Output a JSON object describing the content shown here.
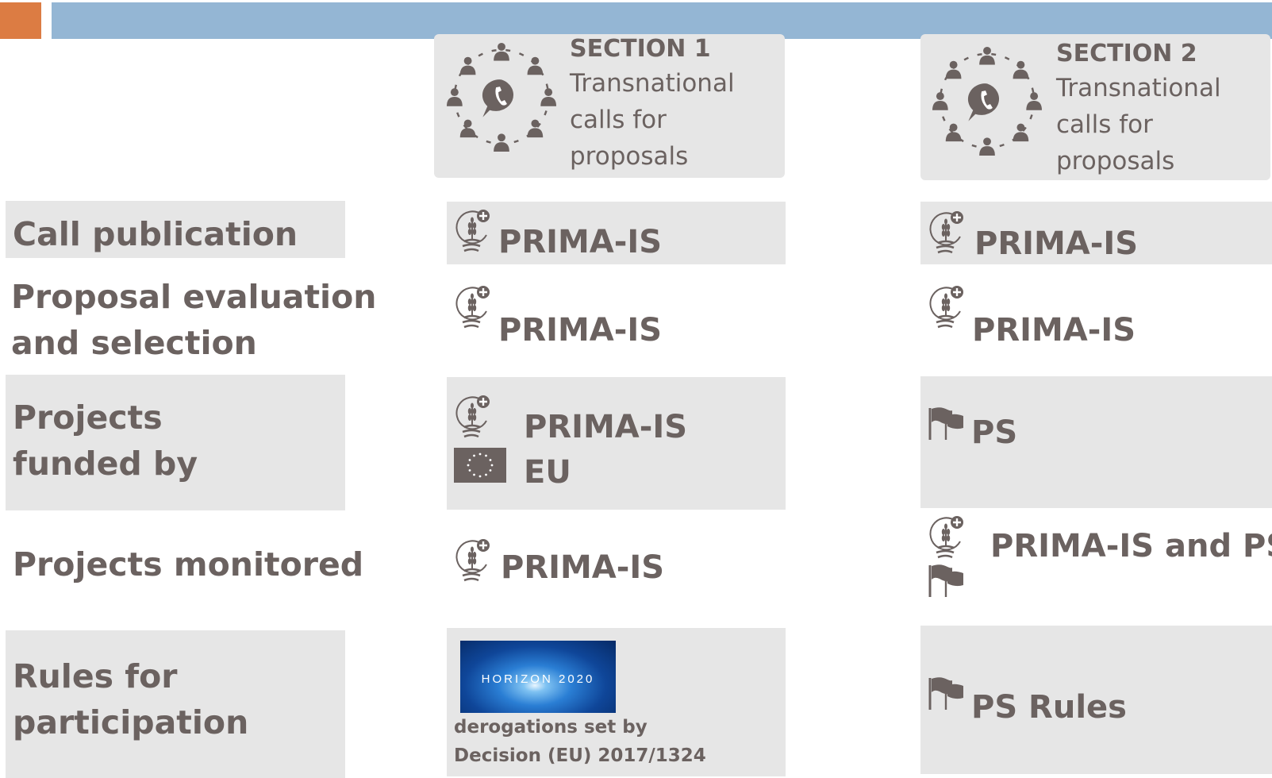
{
  "section1": {
    "title": "SECTION 1",
    "lines": [
      "Transnational",
      "calls  for",
      "proposals"
    ]
  },
  "section2": {
    "title": "SECTION 2",
    "lines": [
      "Transnational",
      "calls  for",
      "proposals"
    ]
  },
  "rows": [
    {
      "label_lines": [
        "Call publication"
      ],
      "s1": [
        "PRIMA-IS"
      ],
      "s2": [
        "PRIMA-IS"
      ]
    },
    {
      "label_lines": [
        "Proposal evaluation",
        "and selection"
      ],
      "s1": [
        "PRIMA-IS"
      ],
      "s2": [
        "PRIMA-IS"
      ]
    },
    {
      "label_lines": [
        "Projects",
        "funded by"
      ],
      "s1": [
        "PRIMA-IS",
        "EU"
      ],
      "s2": [
        "PS"
      ]
    },
    {
      "label_lines": [
        "Projects  monitored"
      ],
      "s1": [
        "PRIMA-IS"
      ],
      "s2": [
        "PRIMA-IS and PS"
      ]
    },
    {
      "label_lines": [
        "Rules for",
        "participation"
      ],
      "s1_logo_text": "HORIZON 2020",
      "s1_note": [
        "derogations set by",
        "Decision (EU) 2017/1324"
      ],
      "s2": [
        "PS Rules"
      ]
    }
  ],
  "colors": {
    "top_bar": "#94b6d4",
    "accent_square": "#dc7c43",
    "panel": "#e6e6e6",
    "text": "#6b6260"
  },
  "icons": [
    "network-call-icon",
    "prima-wheat-icon",
    "eu-flag-icon",
    "flags-icon",
    "horizon-2020-logo"
  ]
}
